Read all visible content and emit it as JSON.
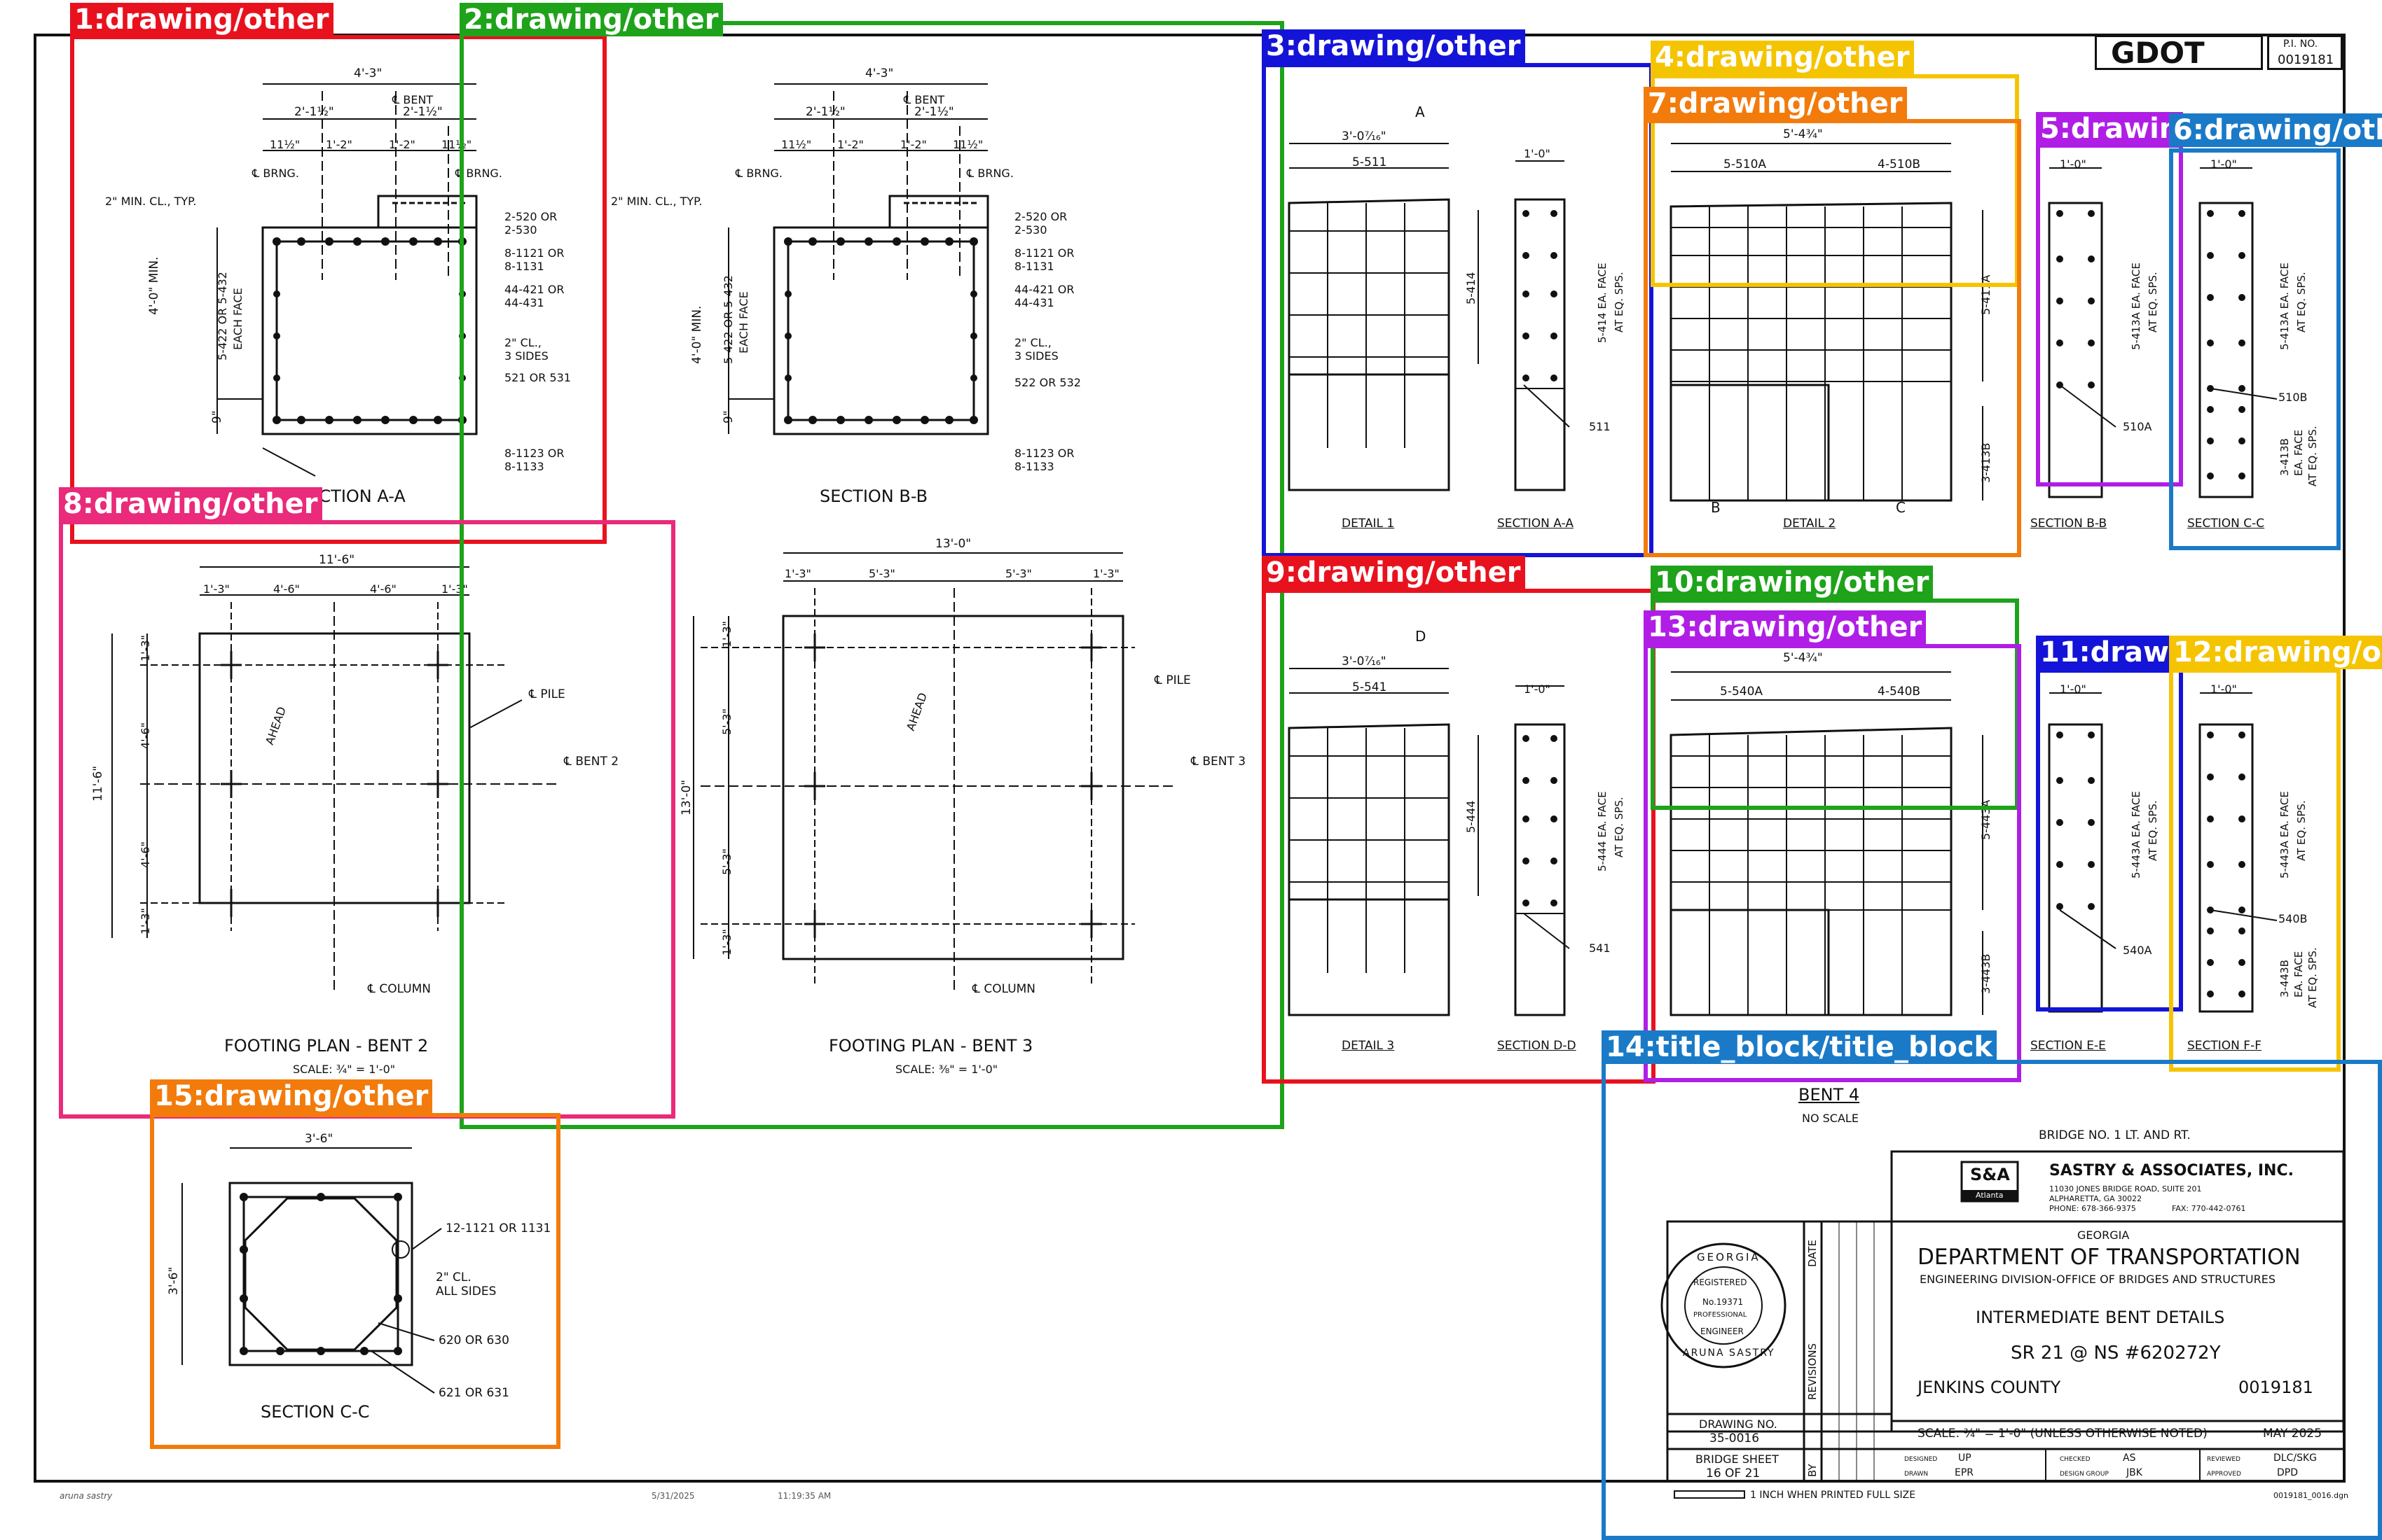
{
  "header": {
    "agency_logo_text": "GDOT",
    "pi_label": "P.I. NO.",
    "pi_number": "0019181"
  },
  "annotation_colors": [
    "#e8121f",
    "#1ea31a",
    "#1414d8",
    "#f5c400",
    "#b01ee6",
    "#1a7ac8",
    "#f27b0c",
    "#ea2a7a"
  ],
  "regions": [
    {
      "id": "r1",
      "label": "1:drawing/other",
      "color": "#e8121f"
    },
    {
      "id": "r2",
      "label": "2:drawing/other",
      "color": "#1ea31a"
    },
    {
      "id": "r3",
      "label": "3:drawing/other",
      "color": "#1414d8"
    },
    {
      "id": "r4",
      "label": "4:drawing/other",
      "color": "#f5c400"
    },
    {
      "id": "r5",
      "label": "5:drawin",
      "color": "#b01ee6"
    },
    {
      "id": "r6",
      "label": "6:drawing/oth",
      "color": "#1a7ac8"
    },
    {
      "id": "r7",
      "label": "7:drawing/other",
      "color": "#f27b0c"
    },
    {
      "id": "r8",
      "label": "8:drawing/other",
      "color": "#ea2a7a"
    },
    {
      "id": "r9",
      "label": "9:drawing/other",
      "color": "#e8121f"
    },
    {
      "id": "r10",
      "label": "10:drawing/other",
      "color": "#1ea31a"
    },
    {
      "id": "r11",
      "label": "11:drawi",
      "color": "#1414d8"
    },
    {
      "id": "r12",
      "label": "12:drawing/o",
      "color": "#f5c400"
    },
    {
      "id": "r13",
      "label": "13:drawing/other",
      "color": "#b01ee6"
    },
    {
      "id": "r14",
      "label": "14:title_block/title_block",
      "color": "#1a7ac8"
    },
    {
      "id": "r15",
      "label": "15:drawing/other",
      "color": "#f27b0c"
    }
  ],
  "section_aa": {
    "title": "SECTION A-A",
    "dims": {
      "overall": "4'-3\"",
      "half_l": "2'-1½\"",
      "half_r": "2'-1½\"",
      "d1": "11½\"",
      "d2": "1'-2\"",
      "d3": "1'-2\"",
      "d4": "11½\"",
      "height": "4'-0\" MIN.",
      "bottom": "9\""
    },
    "callouts": [
      "℄ BENT",
      "℄ BRNG.",
      "℄ BRNG.",
      "2\" MIN. CL., TYP.",
      "2-520 OR",
      "2-530",
      "8-1121 OR",
      "8-1131",
      "44-421 OR",
      "44-431",
      "2\" CL.,",
      "3 SIDES",
      "521 OR 531",
      "8-1123 OR",
      "8-1133",
      "5-422 OR 5-432",
      "EACH FACE"
    ]
  },
  "section_bb": {
    "title": "SECTION B-B",
    "dims": {
      "overall": "4'-3\"",
      "half_l": "2'-1½\"",
      "half_r": "2'-1½\"",
      "d1": "11½\"",
      "d2": "1'-2\"",
      "d3": "1'-2\"",
      "d4": "11½\"",
      "height": "4'-0\" MIN.",
      "bottom": "9\""
    },
    "callouts": [
      "℄ BENT",
      "℄ BRNG.",
      "℄ BRNG.",
      "2\" MIN. CL., TYP.",
      "2-520 OR",
      "2-530",
      "8-1121 OR",
      "8-1131",
      "44-421 OR",
      "44-431",
      "2\" CL.,",
      "3 SIDES",
      "522 OR 532",
      "8-1123 OR",
      "8-1133",
      "5-422 OR 5-432",
      "EACH FACE"
    ]
  },
  "footing_bent2": {
    "title": "FOOTING PLAN - BENT 2",
    "scale": "SCALE: ¾\" = 1'-0\"",
    "top_dims": [
      "11'-6\"",
      "1'-3\"",
      "4'-6\"",
      "4'-6\"",
      "1'-3\""
    ],
    "left_dims": [
      "11'-6\"",
      "1'-3\"",
      "4'-6\"",
      "4'-6\"",
      "1'-3\""
    ],
    "callouts": {
      "pile": "℄ PILE",
      "bent": "℄ BENT 2",
      "column": "℄ COLUMN",
      "ahead": "AHEAD"
    }
  },
  "footing_bent3": {
    "title": "FOOTING PLAN - BENT 3",
    "scale": "SCALE: ⅜\" = 1'-0\"",
    "top_dims": [
      "13'-0\"",
      "1'-3\"",
      "5'-3\"",
      "5'-3\"",
      "1'-3\""
    ],
    "left_dims": [
      "13'-0\"",
      "1'-3\"",
      "5'-3\"",
      "5'-3\"",
      "1'-3\""
    ],
    "callouts": {
      "pile": "℄ PILE",
      "bent": "℄ BENT 3",
      "column": "℄ COLUMN",
      "ahead": "AHEAD"
    }
  },
  "section_cc_col": {
    "title": "SECTION C-C",
    "dims": {
      "width": "3'-6\"",
      "height": "3'-6\""
    },
    "callouts": [
      "12-1121 OR 1131",
      "2\" CL.",
      "ALL SIDES",
      "620 OR 630",
      "621 OR 631"
    ]
  },
  "detail1": {
    "title": "DETAIL 1",
    "width": "3'-0⁷⁄₁₆\"",
    "top_bar": "5-511",
    "side_bar": "5-414",
    "section_mark": "A",
    "section": {
      "title": "SECTION A-A",
      "width": "1'-0\"",
      "vert": "5-414 EA. FACE",
      "vert2": "AT EQ. SPS.",
      "bar": "511"
    }
  },
  "detail2": {
    "title": "DETAIL 2",
    "width": "5'-4¾\"",
    "bar_a": "5-510A",
    "bar_b": "4-510B",
    "side_a": "5-411A",
    "side_b": "3-413B",
    "marks": [
      "B",
      "C"
    ]
  },
  "section_bb_small": {
    "title": "SECTION B-B",
    "width": "1'-0\"",
    "vert": "5-413A EA. FACE",
    "vert2": "AT EQ. SPS.",
    "bar": "510A"
  },
  "section_cc_small": {
    "title": "SECTION C-C",
    "width": "1'-0\"",
    "vert": "5-413A EA. FACE",
    "vert2": "AT EQ. SPS.",
    "bar": "510B",
    "low": "3-413B",
    "low2": "EA. FACE",
    "low3": "AT EQ. SPS."
  },
  "detail3": {
    "title": "DETAIL 3",
    "width": "3'-0⁷⁄₁₆\"",
    "top_bar": "5-541",
    "side_bar": "5-444",
    "section_mark": "D",
    "section": {
      "title": "SECTION D-D",
      "width": "1'-0\"",
      "vert": "5-444 EA. FACE",
      "vert2": "AT EQ. SPS.",
      "bar": "541"
    }
  },
  "detail4": {
    "width": "5'-4¾\"",
    "bar_a": "5-540A",
    "bar_b": "4-540B",
    "side_a": "5-443A",
    "side_b": "3-443B"
  },
  "section_ee": {
    "title": "SECTION E-E",
    "width": "1'-0\"",
    "vert": "5-443A EA. FACE",
    "vert2": "AT EQ. SPS.",
    "bar": "540A"
  },
  "section_ff": {
    "title": "SECTION F-F",
    "width": "1'-0\"",
    "vert": "5-443A EA. FACE",
    "vert2": "AT EQ. SPS.",
    "bar": "540B",
    "low": "3-443B",
    "low2": "EA. FACE",
    "low3": "AT EQ. SPS."
  },
  "bent4": {
    "title": "BENT 4",
    "scale": "NO SCALE"
  },
  "title_block": {
    "bridge_no": "BRIDGE NO. 1 LT. AND RT.",
    "firm_logo": "S&A",
    "firm_logo_sub": "Atlanta",
    "firm_name": "SASTRY & ASSOCIATES, INC.",
    "firm_addr1": "11030 JONES BRIDGE ROAD, SUITE 201",
    "firm_addr2": "ALPHARETTA, GA 30022",
    "firm_phone": "PHONE: 678-366-9375",
    "firm_fax": "FAX: 770-442-0761",
    "state": "GEORGIA",
    "dept": "DEPARTMENT OF TRANSPORTATION",
    "division": "ENGINEERING DIVISION-OFFICE OF BRIDGES AND STRUCTURES",
    "sheet_title": "INTERMEDIATE BENT DETAILS",
    "route": "SR 21 @ NS #620272Y",
    "county": "JENKINS COUNTY",
    "project_no": "0019181",
    "scale_note": "SCALE: ¾\" = 1'-0\" (UNLESS OTHERWISE NOTED)",
    "date": "MAY 2025",
    "seal_state": "GEORGIA",
    "seal_reg": "REGISTERED",
    "seal_no": "No.19371",
    "seal_prof": "PROFESSIONAL",
    "seal_eng": "ENGINEER",
    "seal_name": "ARUNA SASTRY",
    "drawing_no_label": "DRAWING NO.",
    "drawing_no": "35-0016",
    "bridge_sheet_label": "BRIDGE SHEET",
    "bridge_sheet": "16 OF 21",
    "revisions_label": "REVISIONS",
    "date_label": "DATE",
    "by_label": "BY",
    "designed_label": "DESIGNED",
    "designed": "UP",
    "drawn_label": "DRAWN",
    "drawn": "EPR",
    "checked_label": "CHECKED",
    "checked": "AS",
    "design_group_label": "DESIGN GROUP",
    "design_group": "JBK",
    "reviewed_label": "REVIEWED",
    "reviewed": "DLC/SKG",
    "approved_label": "APPROVED",
    "approved": "DPD",
    "scale_bar_note": "1 INCH WHEN PRINTED FULL SIZE",
    "file_name": "0019181_0016.dgn"
  },
  "footer": {
    "user": "aruna sastry",
    "date": "5/31/2025",
    "time": "11:19:35 AM"
  }
}
